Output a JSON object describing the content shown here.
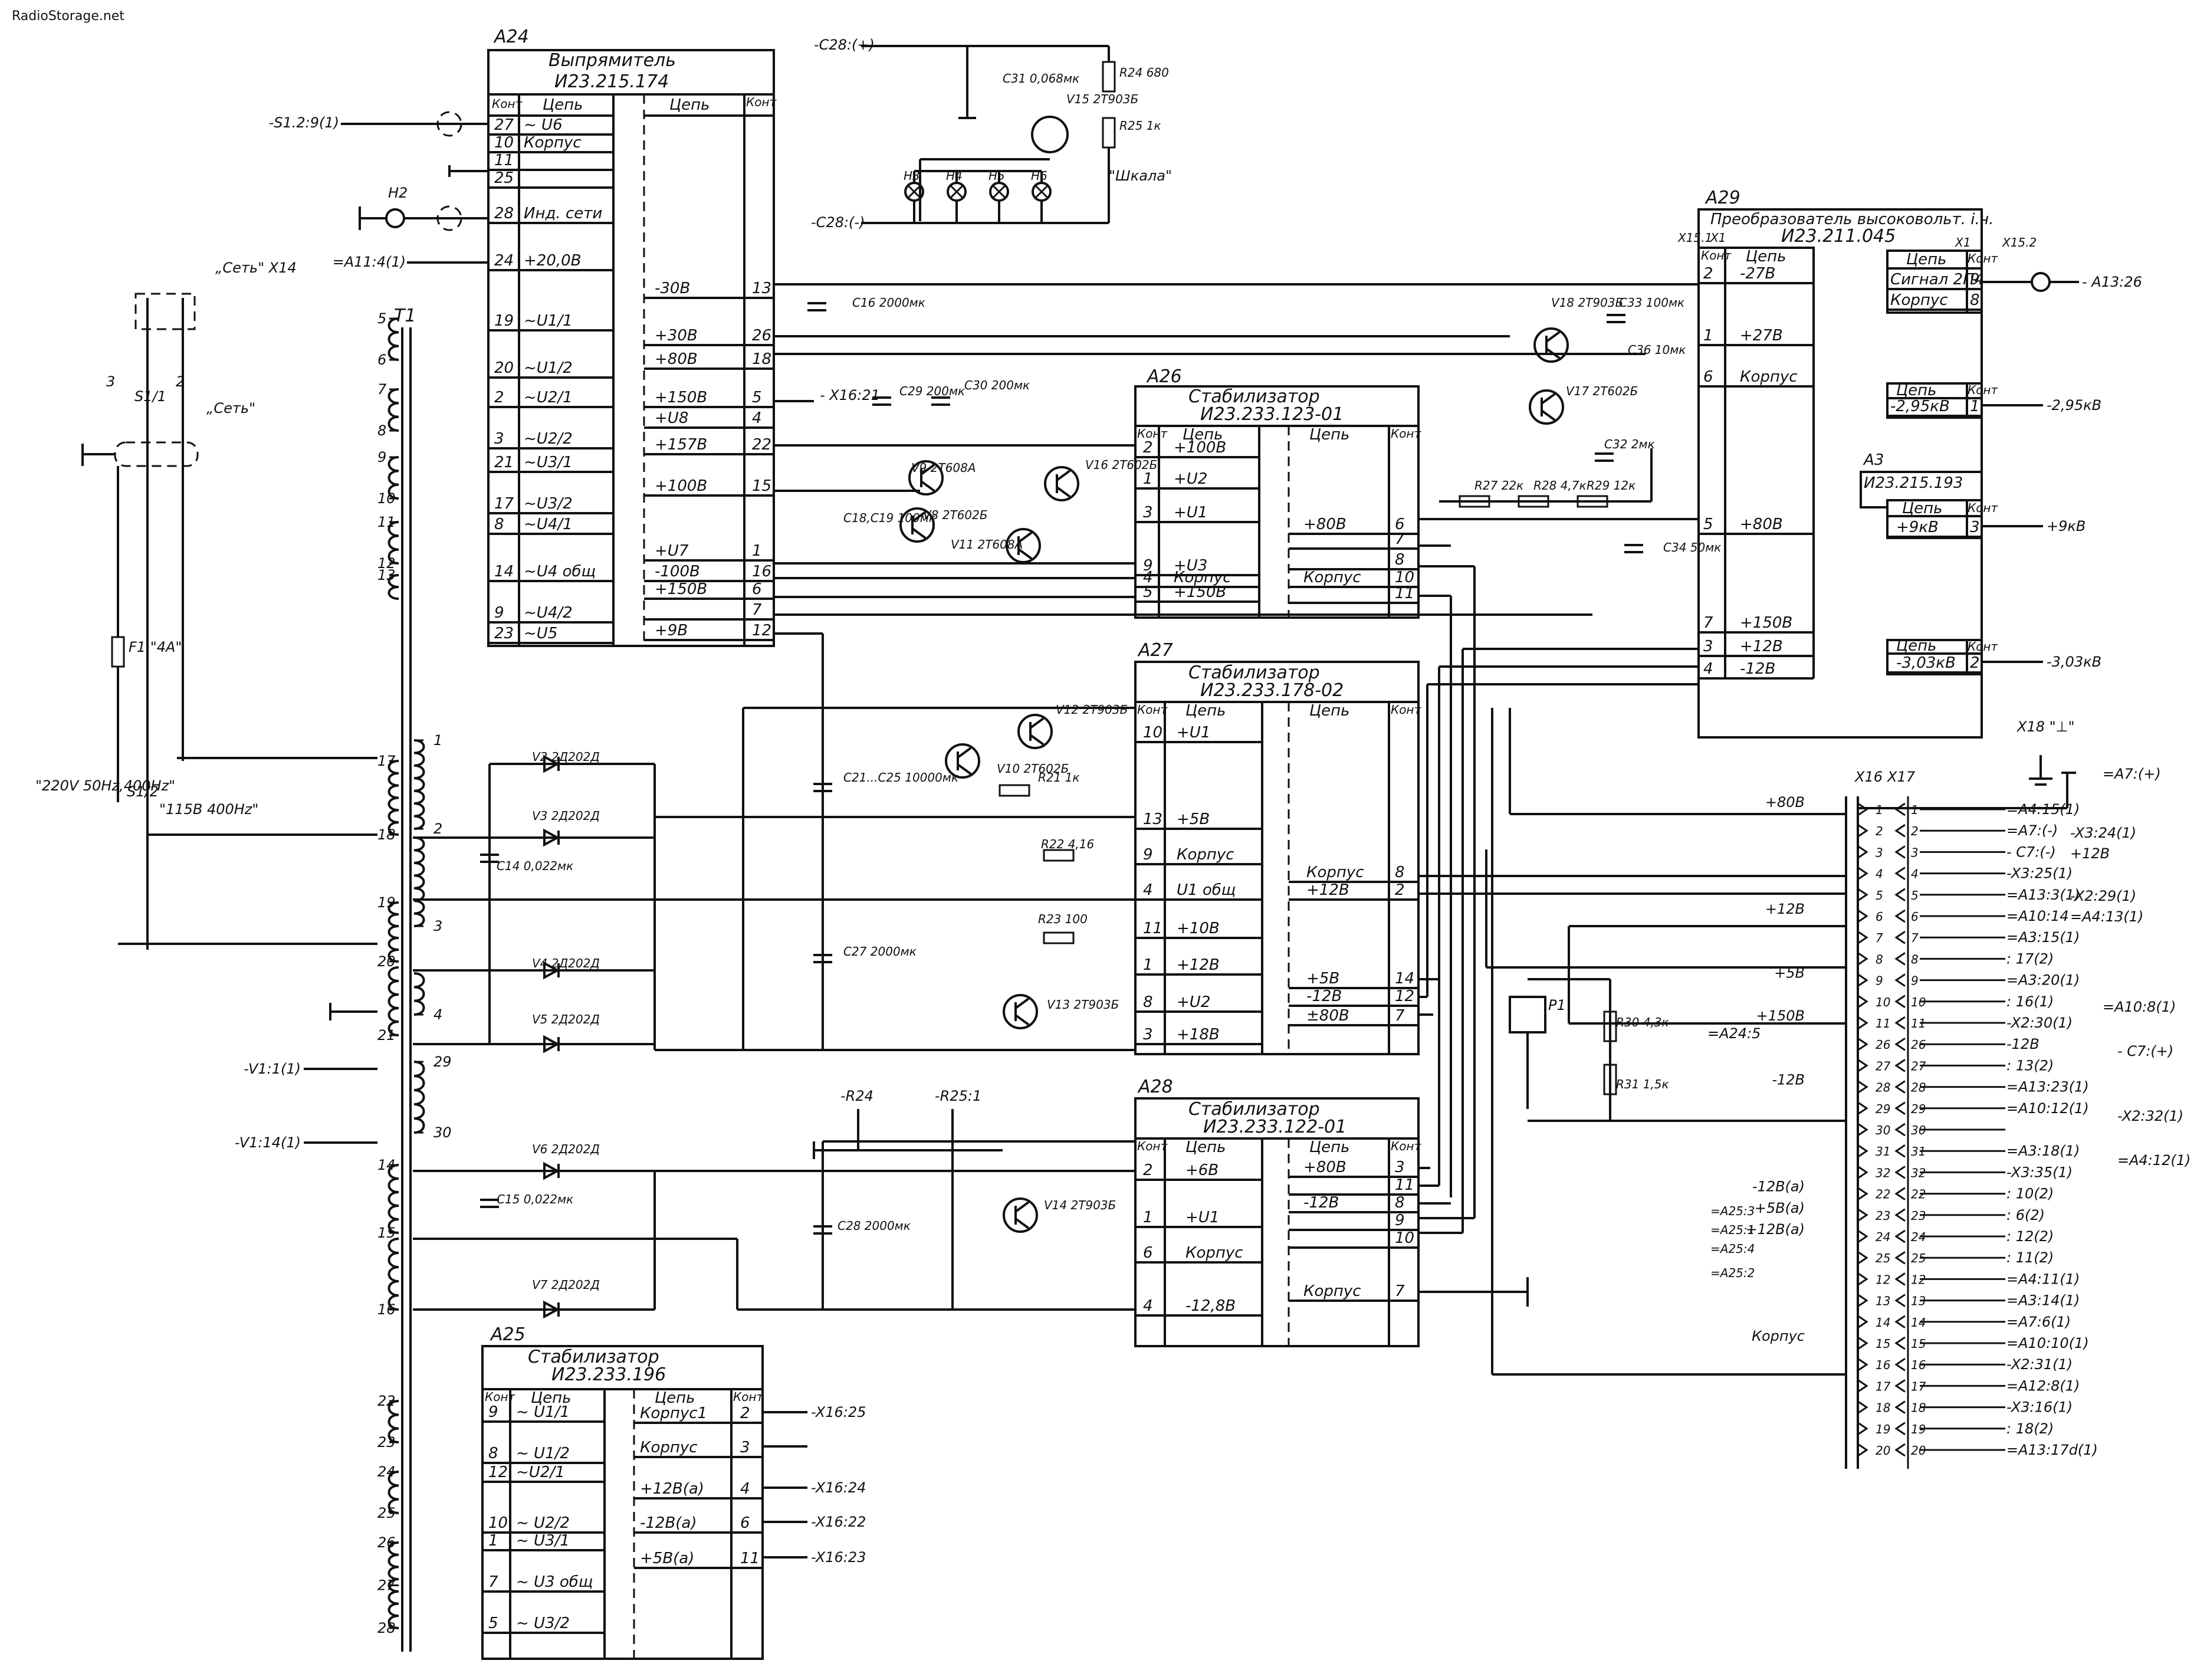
{
  "watermark": "RadioStorage.net",
  "colors": {
    "ink": "#111111",
    "background": "#ffffff"
  },
  "headers": {
    "pin": "Конт",
    "signal": "Цепь"
  },
  "modules": {
    "a24": {
      "ref": "A24",
      "title": "Выпрямитель",
      "code": "И23.215.174",
      "left_pins": [
        {
          "pin": "27",
          "sig": "~ U6"
        },
        {
          "pin": "10",
          "sig": "Корпус"
        },
        {
          "pin": "11",
          "sig": ""
        },
        {
          "pin": "25",
          "sig": ""
        },
        {
          "pin": "28",
          "sig": "Инд. сети"
        },
        {
          "pin": "24",
          "sig": "+20,0В"
        },
        {
          "pin": "19",
          "sig": "~U1/1"
        },
        {
          "pin": "20",
          "sig": "~U1/2"
        },
        {
          "pin": "2",
          "sig": "~U2/1"
        },
        {
          "pin": "3",
          "sig": "~U2/2"
        },
        {
          "pin": "21",
          "sig": "~U3/1"
        },
        {
          "pin": "17",
          "sig": "~U3/2"
        },
        {
          "pin": "8",
          "sig": "~U4/1"
        },
        {
          "pin": "14",
          "sig": "~U4 общ"
        },
        {
          "pin": "9",
          "sig": "~U4/2"
        },
        {
          "pin": "23",
          "sig": "~U5"
        }
      ],
      "right_pins": [
        {
          "pin": "13",
          "sig": "-30В"
        },
        {
          "pin": "26",
          "sig": "+30В"
        },
        {
          "pin": "18",
          "sig": "+80В"
        },
        {
          "pin": "5",
          "sig": "+150В"
        },
        {
          "pin": "4",
          "sig": "+U8"
        },
        {
          "pin": "22",
          "sig": "+157В"
        },
        {
          "pin": "15",
          "sig": "+100В"
        },
        {
          "pin": "1",
          "sig": "+U7"
        },
        {
          "pin": "16",
          "sig": "-100В"
        },
        {
          "pin": "6",
          "sig": "+150В"
        },
        {
          "pin": "7",
          "sig": ""
        },
        {
          "pin": "12",
          "sig": "+9В"
        }
      ]
    },
    "a26": {
      "ref": "A26",
      "title": "Стабилизатор",
      "code": "И23.233.123-01",
      "left_pins": [
        {
          "pin": "2",
          "sig": "+100В"
        },
        {
          "pin": "1",
          "sig": "+U2"
        },
        {
          "pin": "3",
          "sig": "+U1"
        },
        {
          "pin": "9",
          "sig": "+U3"
        },
        {
          "pin": "4",
          "sig": "Корпус"
        },
        {
          "pin": "5",
          "sig": "+150В"
        }
      ],
      "right_pins": [
        {
          "pin": "6",
          "sig": "+80В"
        },
        {
          "pin": "7",
          "sig": ""
        },
        {
          "pin": "8",
          "sig": ""
        },
        {
          "pin": "10",
          "sig": "Корпус"
        },
        {
          "pin": "11",
          "sig": ""
        }
      ]
    },
    "a27": {
      "ref": "A27",
      "title": "Стабилизатор",
      "code": "И23.233.178-02",
      "left_pins": [
        {
          "pin": "10",
          "sig": "+U1"
        },
        {
          "pin": "13",
          "sig": "+5В"
        },
        {
          "pin": "9",
          "sig": "Корпус"
        },
        {
          "pin": "4",
          "sig": "U1 общ"
        },
        {
          "pin": "11",
          "sig": "+10В"
        },
        {
          "pin": "1",
          "sig": "+12В"
        },
        {
          "pin": "8",
          "sig": "+U2"
        },
        {
          "pin": "3",
          "sig": "+18В"
        }
      ],
      "right_pins": [
        {
          "pin": "8",
          "sig": "Корпус"
        },
        {
          "pin": "2",
          "sig": "+12В"
        },
        {
          "pin": "14",
          "sig": "+5В"
        },
        {
          "pin": "12",
          "sig": "-12В"
        },
        {
          "pin": "7",
          "sig": "±80В"
        }
      ]
    },
    "a28": {
      "ref": "A28",
      "title": "Стабилизатор",
      "code": "И23.233.122-01",
      "left_pins": [
        {
          "pin": "2",
          "sig": "+6В"
        },
        {
          "pin": "1",
          "sig": "+U1"
        },
        {
          "pin": "6",
          "sig": "Корпус"
        },
        {
          "pin": "4",
          "sig": "-12,8В"
        }
      ],
      "right_pins": [
        {
          "pin": "3",
          "sig": "+80В"
        },
        {
          "pin": "11",
          "sig": ""
        },
        {
          "pin": "8",
          "sig": "-12В"
        },
        {
          "pin": "9",
          "sig": ""
        },
        {
          "pin": "10",
          "sig": ""
        },
        {
          "pin": "7",
          "sig": "Корпус"
        }
      ]
    },
    "a25": {
      "ref": "A25",
      "title": "Стабилизатор",
      "code": "И23.233.196",
      "left_pins": [
        {
          "pin": "9",
          "sig": "~ U1/1"
        },
        {
          "pin": "8",
          "sig": "~ U1/2"
        },
        {
          "pin": "12",
          "sig": "~U2/1"
        },
        {
          "pin": "10",
          "sig": "~ U2/2"
        },
        {
          "pin": "1",
          "sig": "~ U3/1"
        },
        {
          "pin": "7",
          "sig": "~ U3 общ"
        },
        {
          "pin": "5",
          "sig": "~ U3/2"
        }
      ],
      "right_pins": [
        {
          "pin": "2",
          "sig": "Корпус1",
          "ext": "-X16:25"
        },
        {
          "pin": "3",
          "sig": "Корпус",
          "ext": ""
        },
        {
          "pin": "4",
          "sig": "+12В(а)",
          "ext": "-X16:24"
        },
        {
          "pin": "6",
          "sig": "-12В(а)",
          "ext": "-X16:22"
        },
        {
          "pin": "11",
          "sig": "+5В(а)",
          "ext": "-X16:23"
        }
      ]
    },
    "a29": {
      "ref": "A29",
      "title": "Преобразователь высоковольт. і.ч.",
      "code": "И23.211.045",
      "left_pins": [
        {
          "pin": "2",
          "sig": "-27В"
        },
        {
          "pin": "1",
          "sig": "+27В"
        },
        {
          "pin": "6",
          "sig": "Корпус"
        },
        {
          "pin": "5",
          "sig": "+80В"
        },
        {
          "pin": "7",
          "sig": "+150В"
        },
        {
          "pin": "3",
          "sig": "+12В"
        },
        {
          "pin": "4",
          "sig": "-12В"
        }
      ],
      "right_pins": [
        {
          "pin": "9",
          "sig": "Сигнал 2П4"
        },
        {
          "pin": "8",
          "sig": "Корпус"
        }
      ],
      "hv_pins": [
        {
          "pin": "1",
          "sig": "-2,95кВ",
          "ext": "-2,95кВ"
        }
      ],
      "a3_ref": "A3",
      "a3_code": "И23.215.193",
      "a3_pins": [
        {
          "pin": "3",
          "sig": "+9кВ",
          "ext": "+9кВ"
        },
        {
          "pin": "2",
          "sig": "-3,03кВ",
          "ext": "-3,03кВ"
        }
      ],
      "conn_x15_1": "X15.1",
      "conn_x1": "X1",
      "conn_x1_b": "X1",
      "conn_x15_2": "X15.2",
      "ext_signal": "- A13:26"
    }
  },
  "labels": {
    "set_connector": "„Сеть\" X14",
    "set_switch": "„Сеть\"",
    "s11": "S1/1",
    "s12": "S1/2",
    "voltage_220": "\"220V 50Hz,400Hz\"",
    "voltage_115": "\"115В 400Hz\"",
    "fuse": "F1 \"4A\"",
    "t1": "T1",
    "h2": "H2",
    "s1_ext": "-S1.2:9(1)",
    "a11_ext": "=A11:4(1)",
    "v1_1": "-V1:1(1)",
    "v1_14": "-V1:14(1)",
    "x16_21": "- X16:21",
    "c28_plus": "-C28:(+)",
    "c28_minus": "-C28:(-)",
    "r24_l": "-R24",
    "r25_l": "-R25:1",
    "shkala": "\"Шкала\"",
    "korpus": "Корпус",
    "x18": "X18 \"⊥\""
  },
  "components": {
    "c31": "C31 0,068мк",
    "r24": "R24 680",
    "r25": "R25 1к",
    "v15": "V15 2Т903Б",
    "lamps": [
      "H3",
      "H4",
      "H5",
      "H6"
    ],
    "c16": "C16 2000мк",
    "c29": "C29 200мк",
    "c30": "C30 200мк",
    "v9": "V9 2Т608А",
    "v8": "V8 2Т602Б",
    "v11": "V11 2Т608А",
    "v16": "V16 2Т602Б",
    "c18": "C18,C19 100мк",
    "v18": "V18 2Т903Б",
    "v17": "V17 2Т602Б",
    "c33": "C33 100мк",
    "c36": "C36 10мк",
    "c32": "C32 2мк",
    "r27": "R27 22к",
    "r28": "R28 4,7к",
    "r29": "R29 12к",
    "c34": "C34 50мк",
    "v2": "V2 2Д202Д",
    "v3": "V3 2Д202Д",
    "v4": "V4 2Д202Д",
    "v5": "V5 2Д202Д",
    "c14": "C14 0,022мк",
    "c21": "C21...C25 10000мк",
    "c27": "C27 2000мк",
    "v12": "V12 2Т903Б",
    "v10": "V10 2Т602Б",
    "r21": "R21 1к",
    "r22": "R22 4,16",
    "r23": "R23 100",
    "v13": "V13 2Т903Б",
    "v6": "V6 2Д202Д",
    "v7": "V7 2Д202Д",
    "c15": "C15 0,022мк",
    "c28": "C28 2000мк",
    "v14": "V14 2Т903Б",
    "p1": "P1",
    "r30": "R30 4,3к",
    "r31": "R31 1,5к"
  },
  "connectors": {
    "x16": "X16",
    "x17": "X17",
    "rows": [
      {
        "n": "1",
        "in": "+80В",
        "out": "=A4:15(1)"
      },
      {
        "n": "2",
        "in": "",
        "out": "=A7:(-)"
      },
      {
        "n": "3",
        "in": "",
        "out": "- C7:(-)"
      },
      {
        "n": "4",
        "in": "",
        "out": "-X3:25(1)"
      },
      {
        "n": "5",
        "in": "",
        "out": "=A13:3(1)"
      },
      {
        "n": "6",
        "in": "+12В",
        "out": "=A10:14"
      },
      {
        "n": "7",
        "in": "",
        "out": "=A3:15(1)"
      },
      {
        "n": "8",
        "in": "",
        "out": ": 17(2)"
      },
      {
        "n": "9",
        "in": "+5В",
        "out": "=A3:20(1)"
      },
      {
        "n": "10",
        "in": "",
        "out": ": 16(1)"
      },
      {
        "n": "11",
        "in": "+150В",
        "out": "-X2:30(1)"
      },
      {
        "n": "26",
        "in": "",
        "out": "-12В"
      },
      {
        "n": "27",
        "in": "",
        "out": ": 13(2)"
      },
      {
        "n": "28",
        "in": "-12В",
        "out": "=A13:23(1)"
      },
      {
        "n": "29",
        "in": "",
        "out": "=A10:12(1)"
      },
      {
        "n": "30",
        "in": "",
        "out": ""
      },
      {
        "n": "31",
        "in": "",
        "out": "=A3:18(1)"
      },
      {
        "n": "32",
        "in": "",
        "out": "-X3:35(1)"
      },
      {
        "n": "22",
        "in": "-12В(а)",
        "out": ": 10(2)"
      },
      {
        "n": "23",
        "in": "+5В(а)",
        "out": ": 6(2)"
      },
      {
        "n": "24",
        "in": "+12В(а)",
        "out": ": 12(2)"
      },
      {
        "n": "25",
        "in": "",
        "out": ": 11(2)"
      },
      {
        "n": "12",
        "in": "",
        "out": "=A4:11(1)"
      },
      {
        "n": "13",
        "in": "",
        "out": "=A3:14(1)"
      },
      {
        "n": "14",
        "in": "",
        "out": "=A7:6(1)"
      },
      {
        "n": "15",
        "in": "Корпус",
        "out": "=A10:10(1)"
      },
      {
        "n": "16",
        "in": "",
        "out": "-X2:31(1)"
      },
      {
        "n": "17",
        "in": "",
        "out": "=A12:8(1)"
      },
      {
        "n": "18",
        "in": "",
        "out": "-X3:16(1)"
      },
      {
        "n": "19",
        "in": "",
        "out": ": 18(2)"
      },
      {
        "n": "20",
        "in": "",
        "out": "=A13:17d(1)"
      }
    ],
    "side_labels": {
      "a24_5": "=A24:5",
      "a25_3": "=A25:3",
      "a25_1": "=A25:1",
      "a25_4": "=A25:4",
      "a25_2": "=A25:2",
      "a7_plus": "=A7:(+)",
      "c7_plus": "- C7:(+)",
      "x3_24": "-X3:24(1)",
      "plus12v": "+12В",
      "a4_13": "=A4:13(1)",
      "a10_8": "=A10:8(1)",
      "c7p": "- C7:(+)",
      "x2_29": "-X2:29(1)",
      "x2_32": "-X2:32(1)",
      "a4_12": "=A4:12(1)"
    }
  }
}
